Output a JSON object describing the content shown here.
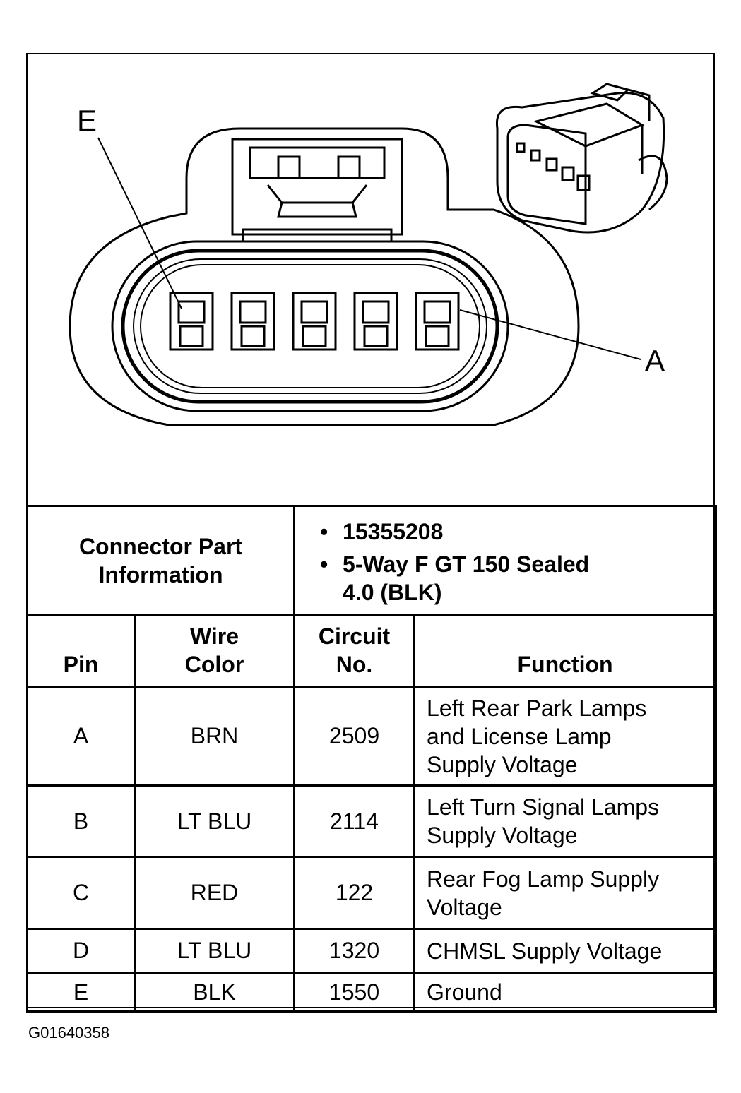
{
  "figure_id": "G01640358",
  "callouts": {
    "left": "E",
    "right": "A"
  },
  "connector_info": {
    "label_line1": "Connector Part",
    "label_line2": "Information",
    "items": [
      "15355208",
      "5-Way F GT 150 Sealed",
      "4.0 (BLK)"
    ]
  },
  "table": {
    "headers": {
      "pin": "Pin",
      "wire_line1": "Wire",
      "wire_line2": "Color",
      "circuit_line1": "Circuit",
      "circuit_line2": "No.",
      "function": "Function"
    },
    "rows": [
      {
        "pin": "A",
        "color": "BRN",
        "circuit": "2509",
        "function": [
          "Left Rear Park Lamps",
          "and License Lamp",
          "Supply Voltage"
        ]
      },
      {
        "pin": "B",
        "color": "LT BLU",
        "circuit": "2114",
        "function": [
          "Left Turn Signal Lamps",
          "Supply Voltage"
        ]
      },
      {
        "pin": "C",
        "color": "RED",
        "circuit": "122",
        "function": [
          "Rear Fog Lamp Supply",
          "Voltage"
        ]
      },
      {
        "pin": "D",
        "color": "LT BLU",
        "circuit": "1320",
        "function": [
          "CHMSL Supply Voltage"
        ]
      },
      {
        "pin": "E",
        "color": "BLK",
        "circuit": "1550",
        "function": [
          "Ground"
        ]
      }
    ]
  }
}
